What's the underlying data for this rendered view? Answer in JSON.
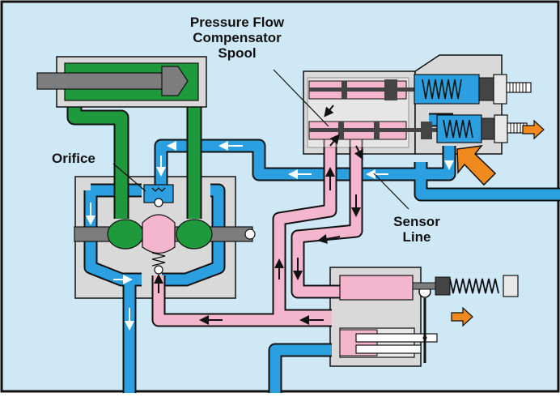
{
  "labels": {
    "spool_line1": "Pressure Flow",
    "spool_line2": "Compensator",
    "spool_line3": "Spool",
    "orifice": "Orifice",
    "sensor_line1": "Sensor",
    "sensor_line2": "Line"
  },
  "colors": {
    "background": "#cfe8f6",
    "frame": "#111111",
    "body": "#d9d9d9",
    "pressure_oil": "#2b9fe0",
    "pilot_oil": "#f4b6cc",
    "cylinder_oil": "#1e9a3c",
    "spring": "#222222",
    "flow_arrow": "#f08a1e"
  },
  "icons": {
    "flow_direction": "arrow-icon",
    "adjustment": "large-pointer-arrow-icon"
  }
}
